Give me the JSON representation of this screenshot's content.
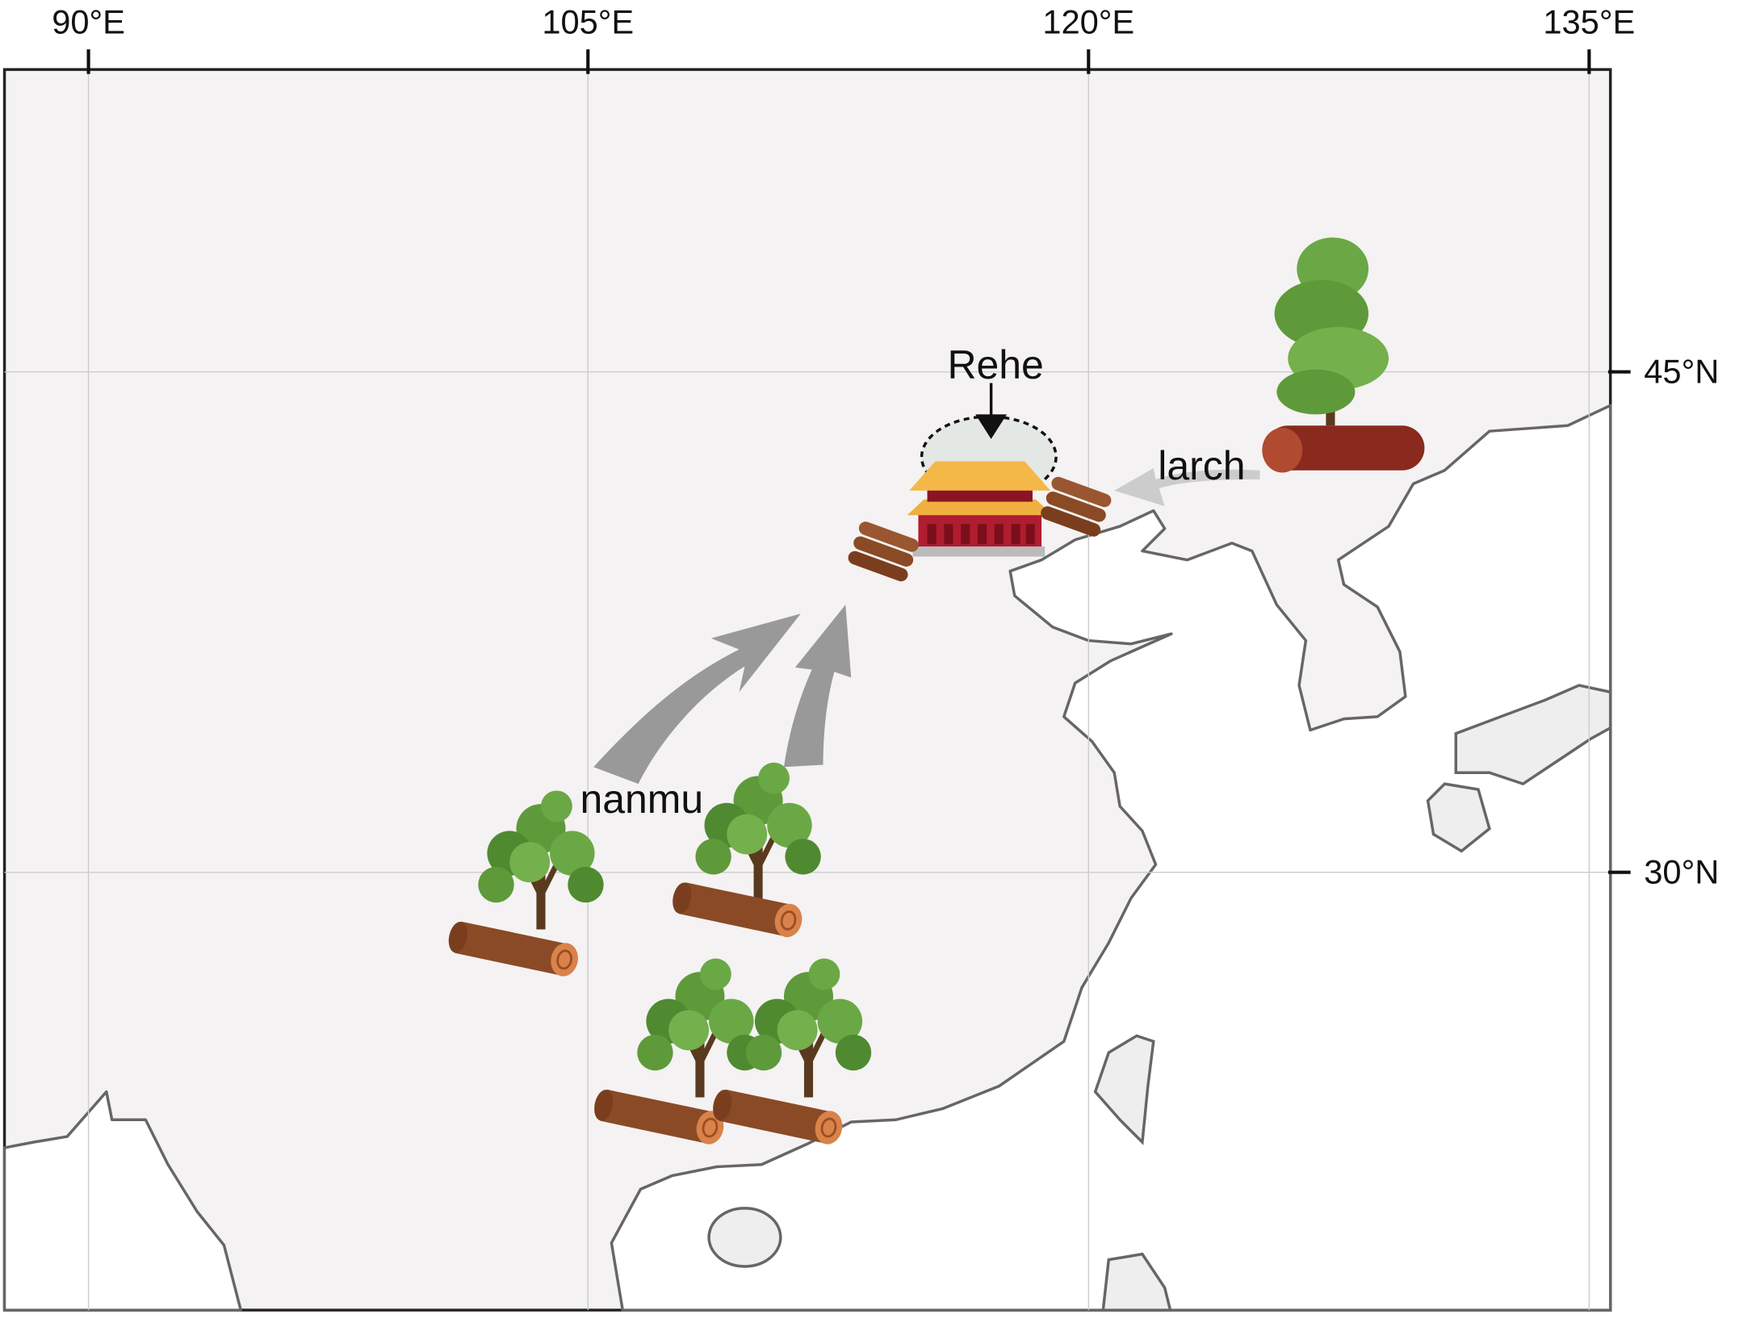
{
  "map": {
    "longitude_labels": [
      "90°E",
      "105°E",
      "120°E",
      "135°E"
    ],
    "latitude_labels": [
      "45°N",
      "30°N"
    ],
    "annotations": {
      "rehe": "Rehe",
      "larch": "larch",
      "nanmu": "nanmu"
    },
    "colors": {
      "land": "#f4f2f2",
      "sea": "#ffffff",
      "coast": "#666666",
      "arrow": "#999999",
      "foliage": "#5f9a3a",
      "log": "#8a4a26",
      "palace_roof": "#f0b040",
      "palace_wall": "#b01c30"
    }
  }
}
